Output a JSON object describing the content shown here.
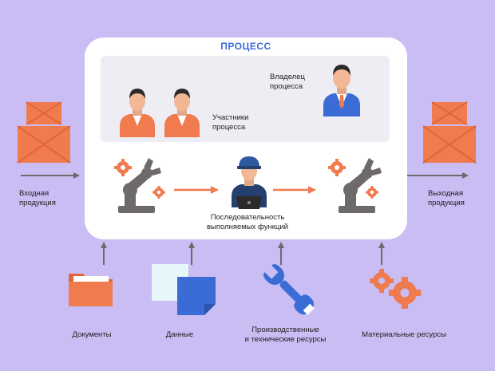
{
  "process": {
    "title": "ПРОЦЕСС",
    "owner_label": "Владелец\nпроцесса",
    "participants_label": "Участники\nпроцесса",
    "sequence_label": "Последовательность\nвыполняемых функций"
  },
  "flows": {
    "input_label": "Входная\nпродукция",
    "output_label": "Выходная\nпродукция"
  },
  "resources": [
    {
      "label": "Документы",
      "icon": "folder-icon"
    },
    {
      "label": "Данные",
      "icon": "data-sheets-icon"
    },
    {
      "label": "Производственные\nи технические ресурсы",
      "icon": "wrench-icon"
    },
    {
      "label": "Материальные ресурсы",
      "icon": "gears-icon"
    }
  ],
  "colors": {
    "background": "#c9bdf3",
    "panel": "#ffffff",
    "accent_orange": "#f07b4f",
    "accent_blue": "#3b6cd6",
    "arrow_gray": "#6b6b6b",
    "robot_gray": "#6d6a69"
  }
}
